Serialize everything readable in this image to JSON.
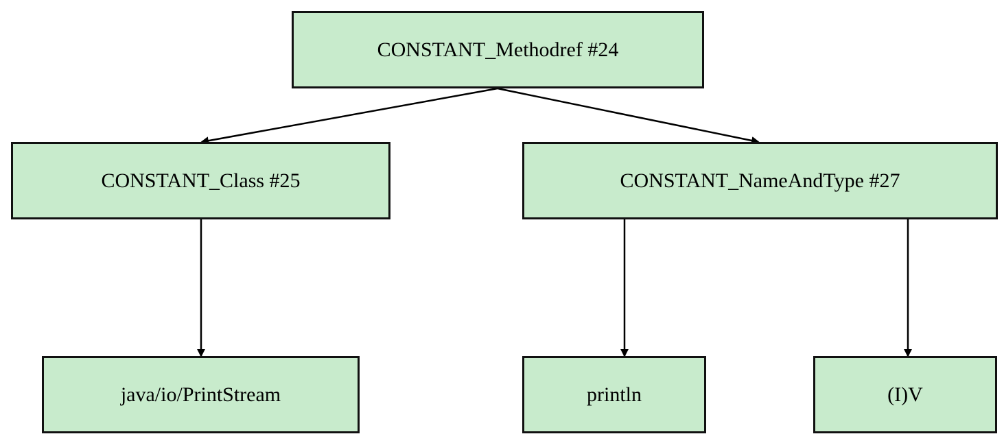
{
  "colors": {
    "node_fill": "#c8ebcc",
    "node_border": "#111111",
    "edge": "#000000"
  },
  "nodes": {
    "methodref": "CONSTANT_Methodref #24",
    "class": "CONSTANT_Class #25",
    "name_and_type": "CONSTANT_NameAndType #27",
    "print_stream": "java/io/PrintStream",
    "println": "println",
    "iv": "(I)V"
  },
  "edges": [
    {
      "from": "methodref",
      "to": "class"
    },
    {
      "from": "methodref",
      "to": "name_and_type"
    },
    {
      "from": "class",
      "to": "print_stream"
    },
    {
      "from": "name_and_type",
      "to": "println"
    },
    {
      "from": "name_and_type",
      "to": "iv"
    }
  ]
}
